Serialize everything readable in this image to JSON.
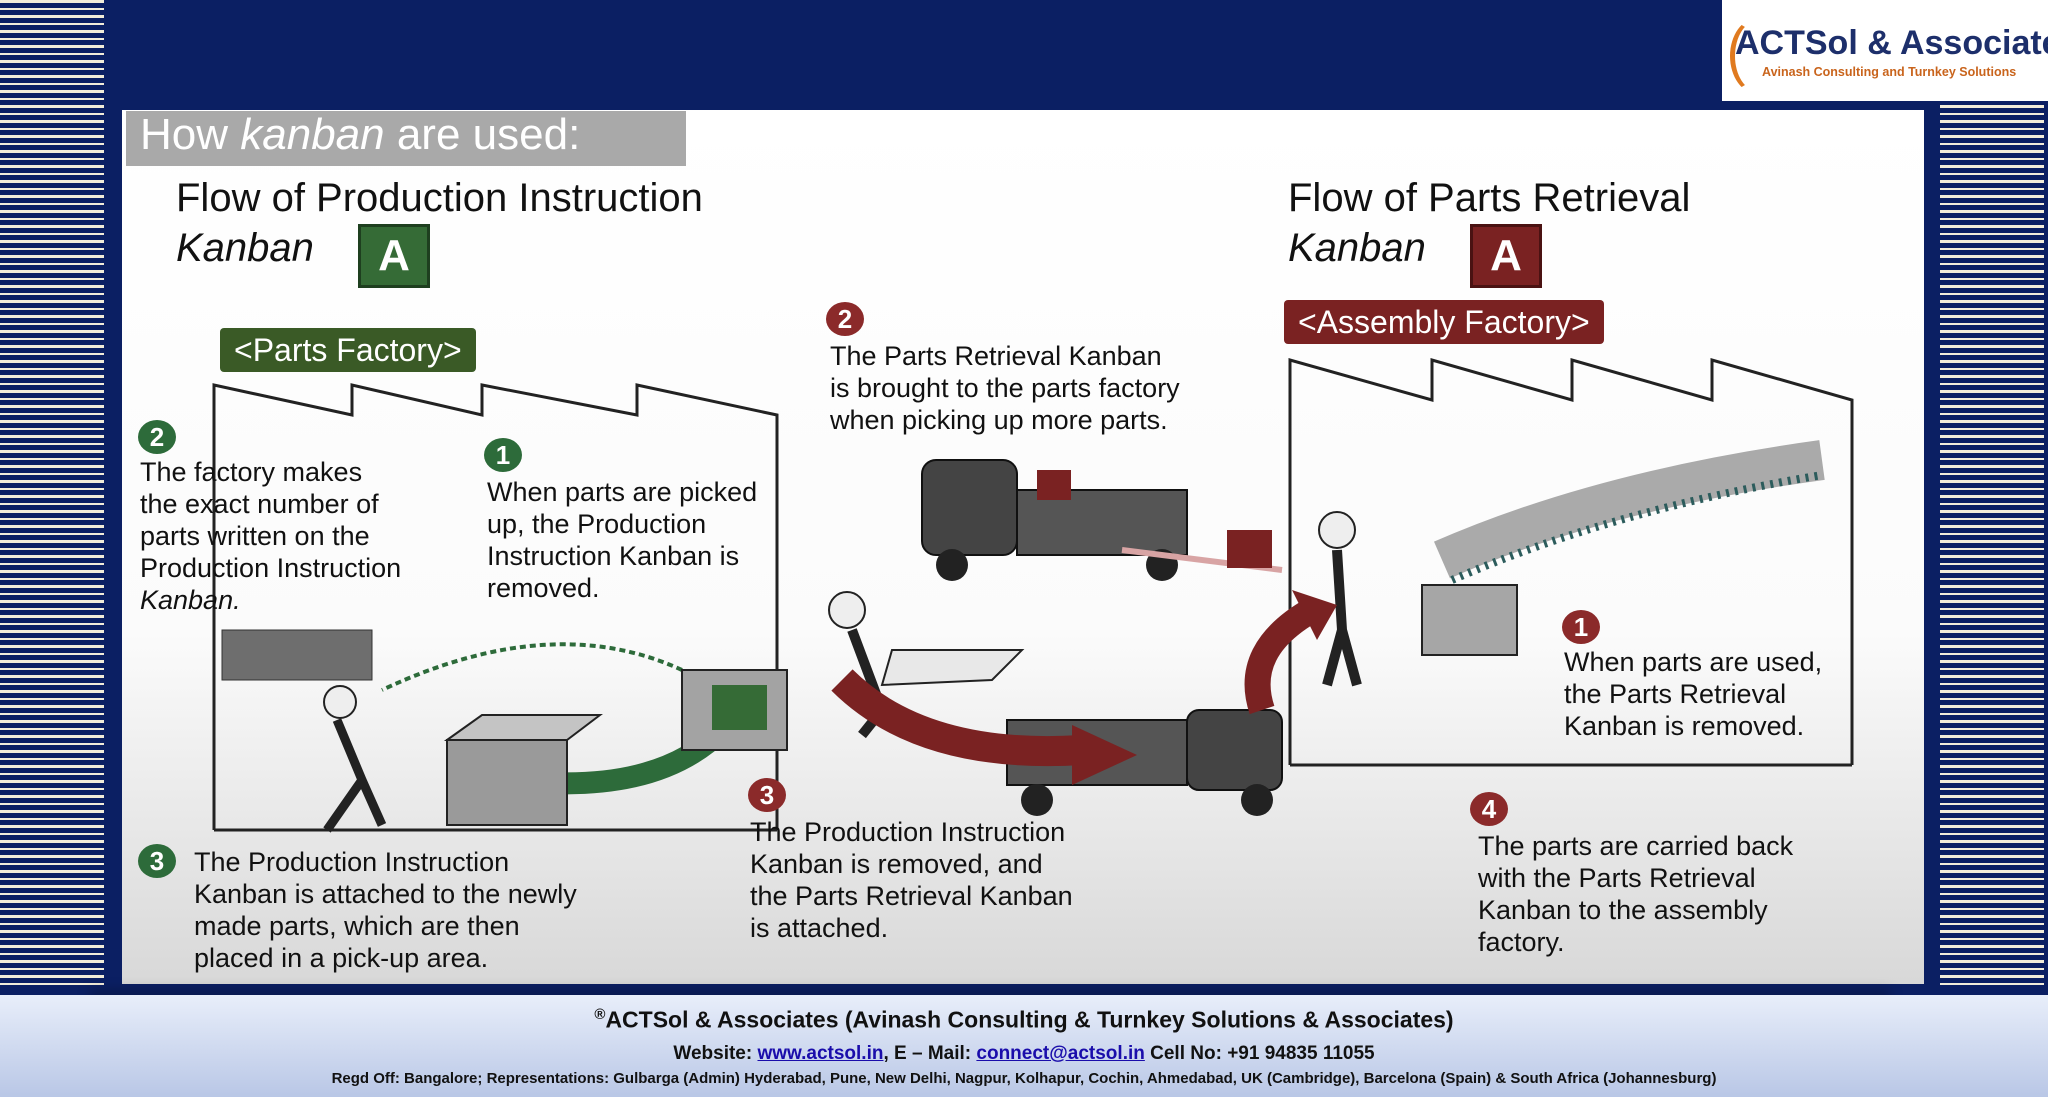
{
  "logo": {
    "title": "ACTSol & Associates",
    "subtitle": "Avinash Consulting and Turnkey Solutions"
  },
  "diagram": {
    "heading_prefix": "How ",
    "heading_italic": "kanban",
    "heading_suffix": " are used:",
    "left_title_line1": "Flow of Production Instruction",
    "left_title_line2": "Kanban",
    "right_title_line1": "Flow of Parts Retrieval",
    "right_title_line2": "Kanban",
    "kanban_letter": "A",
    "parts_factory_banner": "<Parts Factory>",
    "assembly_factory_banner": "<Assembly Factory>",
    "left_step1_num": "1",
    "left_step1_text": [
      "When parts are picked",
      "up, the Production",
      "Instruction Kanban is",
      "removed."
    ],
    "left_step2_num": "2",
    "left_step2_text": [
      "The factory makes",
      "the exact number of",
      "parts written on the",
      "Production Instruction",
      "Kanban."
    ],
    "left_step3_num": "3",
    "left_step3_text": [
      "The Production Instruction",
      "Kanban is attached to the newly",
      "made parts, which are then",
      "placed in a pick-up area."
    ],
    "mid_step2_num": "2",
    "mid_step2_text": [
      "The Parts Retrieval Kanban",
      "is brought to the parts factory",
      "when picking up more parts."
    ],
    "mid_step3_num": "3",
    "mid_step3_text": [
      "The Production Instruction",
      "Kanban is removed, and",
      "the Parts Retrieval Kanban",
      "is attached."
    ],
    "right_step1_num": "1",
    "right_step1_text": [
      "When parts are used,",
      "the Parts Retrieval",
      "Kanban is removed."
    ],
    "right_step4_num": "4",
    "right_step4_text": [
      "The parts are carried back",
      "with the Parts Retrieval",
      "Kanban to the assembly",
      "factory."
    ]
  },
  "footer": {
    "reg_mark": "®",
    "line1": "ACTSol & Associates (Avinash Consulting & Turnkey Solutions & Associates)",
    "website_label": "Website: ",
    "website": "www.actsol.in",
    "email_label": ",  E – Mail: ",
    "email": "connect@actsol.in",
    "cell": " Cell No: +91 94835 11055",
    "line3": "Regd Off: Bangalore; Representations: Gulbarga (Admin) Hyderabad, Pune, New Delhi, Nagpur, Kolhapur, Cochin, Ahmedabad, UK (Cambridge), Barcelona (Spain) & South Africa (Johannesburg)"
  },
  "colors": {
    "navy": "#0b1f63",
    "green": "#356b36",
    "maroon": "#7a2222",
    "orange": "#e07a1f"
  }
}
